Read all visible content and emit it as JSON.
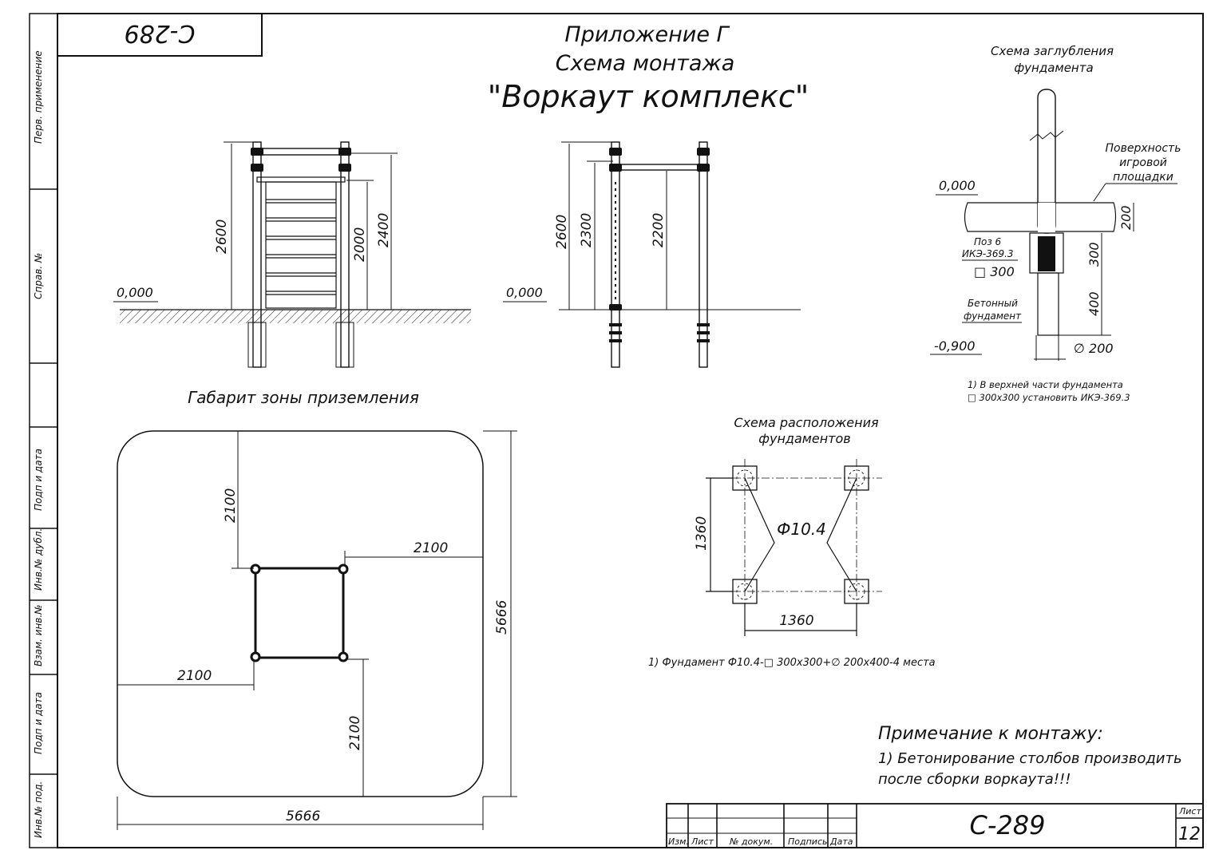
{
  "stamp_code": "С-289",
  "title": {
    "line1": "Приложение Г",
    "line2": "Схема монтажа",
    "line3": "\"Воркаут комплекс\""
  },
  "sidebar": {
    "perv": "Перв. применение",
    "sprav": "Справ. №",
    "podp1": "Подп и дата",
    "inv_dubl": "Инв.№ дубл.",
    "vzam": "Взам. инв.№",
    "podp2": "Подп и дата",
    "inv_pod": "Инв.№ под."
  },
  "front_view": {
    "zero": "0,000",
    "dim_2600": "2600",
    "dim_2000": "2000",
    "dim_2400": "2400"
  },
  "side_view": {
    "zero": "0,000",
    "dim_2600": "2600",
    "dim_2300": "2300",
    "dim_2200": "2200"
  },
  "depth_scheme": {
    "title1": "Схема заглубления",
    "title2": "фундамента",
    "surface1": "Поверхность",
    "surface2": "игровой",
    "surface3": "площадки",
    "zero": "0,000",
    "dim_200": "200",
    "dim_300": "300",
    "dim_400": "400",
    "poz1": "Поз 6",
    "poz2": "ИКЭ-369.3",
    "sq300": "□ 300",
    "concrete1": "Бетонный",
    "concrete2": "фундамент",
    "minus": "-0,900",
    "dia200": "∅ 200",
    "note1": "1) В верхней части фундамента",
    "note2": "□ 300х300 установить ИКЭ-369.3"
  },
  "landing_zone": {
    "title": "Габарит зоны приземления",
    "top": "2100",
    "right": "2100",
    "left": "2100",
    "bottom": "2100",
    "height": "5666",
    "width": "5666"
  },
  "foundations": {
    "title1": "Схема расположения",
    "title2": "фундаментов",
    "label": "Ф10.4",
    "dim_v": "1360",
    "dim_h": "1360",
    "note": "1) Фундамент Ф10.4-□ 300х300+∅ 200х400-4 места"
  },
  "mount_note": {
    "title": "Примечание к монтажу:",
    "line1": "1) Бетонирование столбов производить",
    "line2": "после сборки воркаута!!!"
  },
  "titleblock": {
    "izm": "Изм.",
    "list": "Лист",
    "dokum": "№ докум.",
    "podpis": "Подпись",
    "data": "Дата",
    "code": "С-289",
    "sheet_label": "Лист",
    "sheet_num": "12"
  }
}
